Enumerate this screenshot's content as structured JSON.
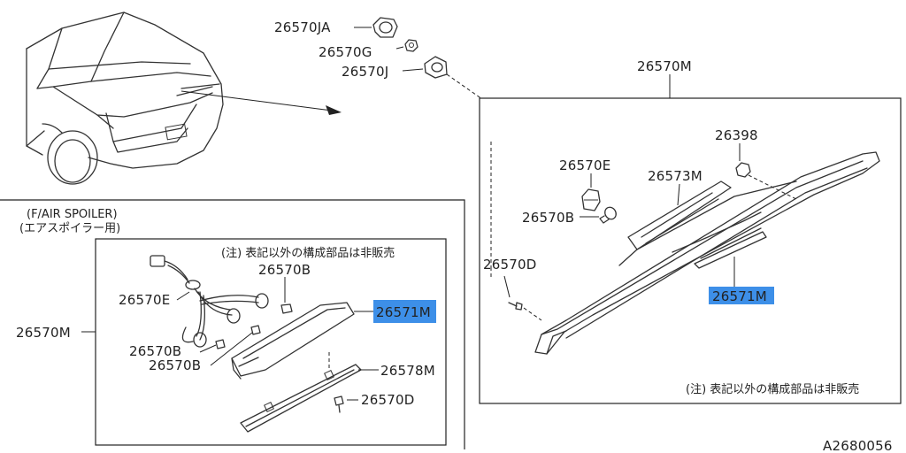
{
  "diagram": {
    "inset_title_line1": "(F/AIR SPOILER)",
    "inset_title_line2": "(エアスポイラー用)",
    "note_inset": "(注) 表記以外の構成部品は非販売",
    "note_main": "(注) 表記以外の構成部品は非販売",
    "figure_id": "A2680056",
    "labels": {
      "p26570JA": "26570JA",
      "p26570G": "26570G",
      "p26570J": "26570J",
      "p26570M_top": "26570M",
      "p26398": "26398",
      "p26570E_main": "26570E",
      "p26573M": "26573M",
      "p26570B_main": "26570B",
      "p26570D_main": "26570D",
      "p26571M_main": "26571M",
      "p26570B_inset_top": "26570B",
      "p26570E_inset": "26570E",
      "p26571M_inset": "26571M",
      "p26570M_left": "26570M",
      "p26570B_inset_1": "26570B",
      "p26570B_inset_2": "26570B",
      "p26578M": "26578M",
      "p26570D_inset": "26570D"
    },
    "highlight_color": "#3d8fe8"
  }
}
